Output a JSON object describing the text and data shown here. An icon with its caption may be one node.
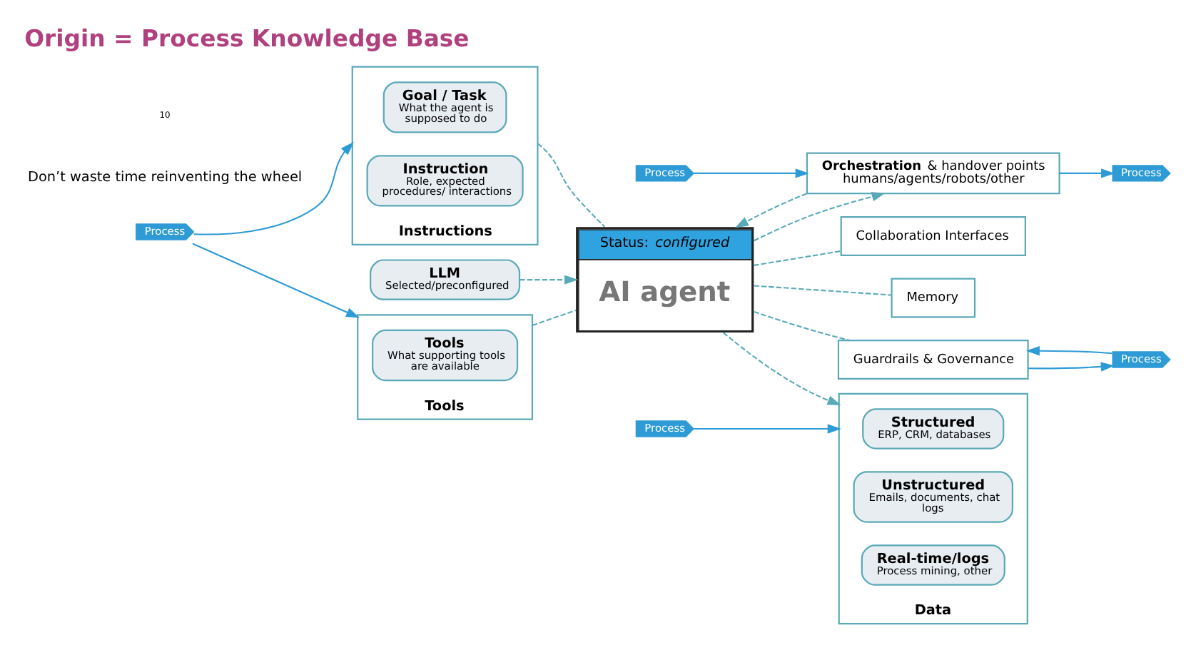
{
  "diagram": {
    "title": "Origin = Process Knowledge Base",
    "nodes": [
      {
        "text": [
          "Instructions"
        ]
      },
      {
        "text": [
          "Goal / Task",
          "What the agent is supposed to do"
        ],
        "in": 0
      },
      {
        "text": [
          "Instruction",
          "Role, expected procedures/ interactions"
        ],
        "in": 0
      },
      {
        "text": [
          "LLM",
          "Selected/preconfigured"
        ]
      },
      {
        "text": [
          "Status: *configured*",
          "AI agent"
        ]
      },
      {
        "text": [
          "**Orchestration** & handover points humans/agents/robots/other"
        ]
      },
      {
        "text": [
          "Collaboration Interfaces"
        ]
      },
      {
        "text": [
          "Memory"
        ]
      },
      {
        "text": [
          "Guardrails & Governance"
        ]
      },
      {
        "text": [
          "Tools"
        ]
      },
      {
        "text": [
          "Tools",
          "What supporting tools are available"
        ],
        "in": 9
      },
      {
        "text": [
          "Data"
        ]
      },
      {
        "text": [
          "Structured",
          "ERP, CRM, databases"
        ],
        "in": 11
      },
      {
        "text": [
          "Unstructured",
          "Emails, documents, chat logs"
        ],
        "in": 11
      },
      {
        "text": [
          "Real-time/logs",
          "Process mining, other"
        ],
        "in": 11
      },
      {
        "text": [
          "Process"
        ]
      },
      {
        "text": [
          "Process"
        ]
      },
      {
        "text": [
          "Process"
        ]
      },
      {
        "text": [
          "Process"
        ]
      },
      {
        "text": [
          "Process"
        ]
      }
    ],
    "edges": [
      {
        "from": 0,
        "to": 4,
        "arrow": "none",
        "style": "dashed"
      },
      {
        "from": 3,
        "to": 4,
        "arrow": "to",
        "style": "dashed"
      },
      {
        "from": 5,
        "to": 4,
        "arrow": "to",
        "style": "dashed"
      },
      {
        "from": 4,
        "to": 5,
        "arrow": "to",
        "style": "dashed"
      },
      {
        "from": 4,
        "to": 6,
        "arrow": "none",
        "style": "dashed"
      },
      {
        "from": 4,
        "to": 7,
        "arrow": "none",
        "style": "dashed"
      },
      {
        "from": 4,
        "to": 8,
        "arrow": "none",
        "style": "dashed"
      },
      {
        "from": 9,
        "to": 4,
        "arrow": "none",
        "style": "dashed"
      },
      {
        "from": 4,
        "to": 11,
        "arrow": "to",
        "style": "dashed"
      },
      {
        "from": 15,
        "to": 5,
        "arrow": "to",
        "color": "#2e9bd6"
      },
      {
        "from": 5,
        "to": 16,
        "arrow": "to",
        "color": "#2e9bd6"
      },
      {
        "from": 8,
        "to": 17,
        "arrow": "to",
        "color": "#2e9bd6"
      },
      {
        "from": 17,
        "to": 8,
        "arrow": "to",
        "color": "#2e9bd6"
      },
      {
        "from": 18,
        "to": 0,
        "arrow": "to",
        "color": "#2e9bd6"
      },
      {
        "from": 18,
        "to": 9,
        "arrow": "to",
        "color": "#2e9bd6"
      },
      {
        "from": 19,
        "to": 11,
        "arrow": "to",
        "color": "#2e9bd6"
      }
    ],
    "labels": [
      "Don’t waste time reinventing the wheel",
      "10"
    ]
  }
}
